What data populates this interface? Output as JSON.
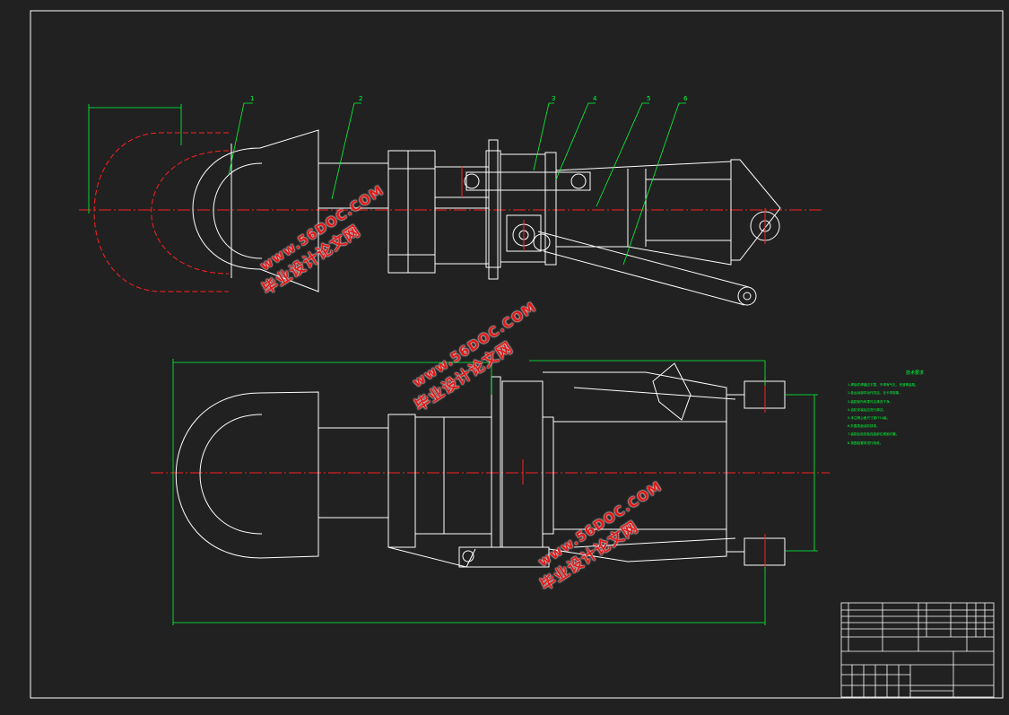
{
  "drawing": {
    "part_labels": [
      "1",
      "2",
      "3",
      "4",
      "5",
      "6"
    ],
    "notes_title": "技术要求",
    "notes": [
      "1.焊接件焊缝应平整，不得有气孔、夹渣等缺陷。",
      "2.各运动部件动作灵活，无卡滞现象。",
      "3.装配前所有零件应清洗干净。",
      "4.油缸安装后应进行调试。",
      "5.未注明公差尺寸按IT14级。",
      "6.外露表面涂防锈漆。",
      "7.装配后检查各连接部位紧固可靠。",
      "8.按图纸要求进行验收。"
    ]
  },
  "watermark": {
    "text_cn": "毕业设计论文网",
    "text_url": "www.56DOC.COM"
  },
  "colors": {
    "background": "#212121",
    "outline": "#ffffff",
    "centerline": "#ff2020",
    "dimension": "#00ff3a",
    "watermark": "#e11a1a"
  }
}
